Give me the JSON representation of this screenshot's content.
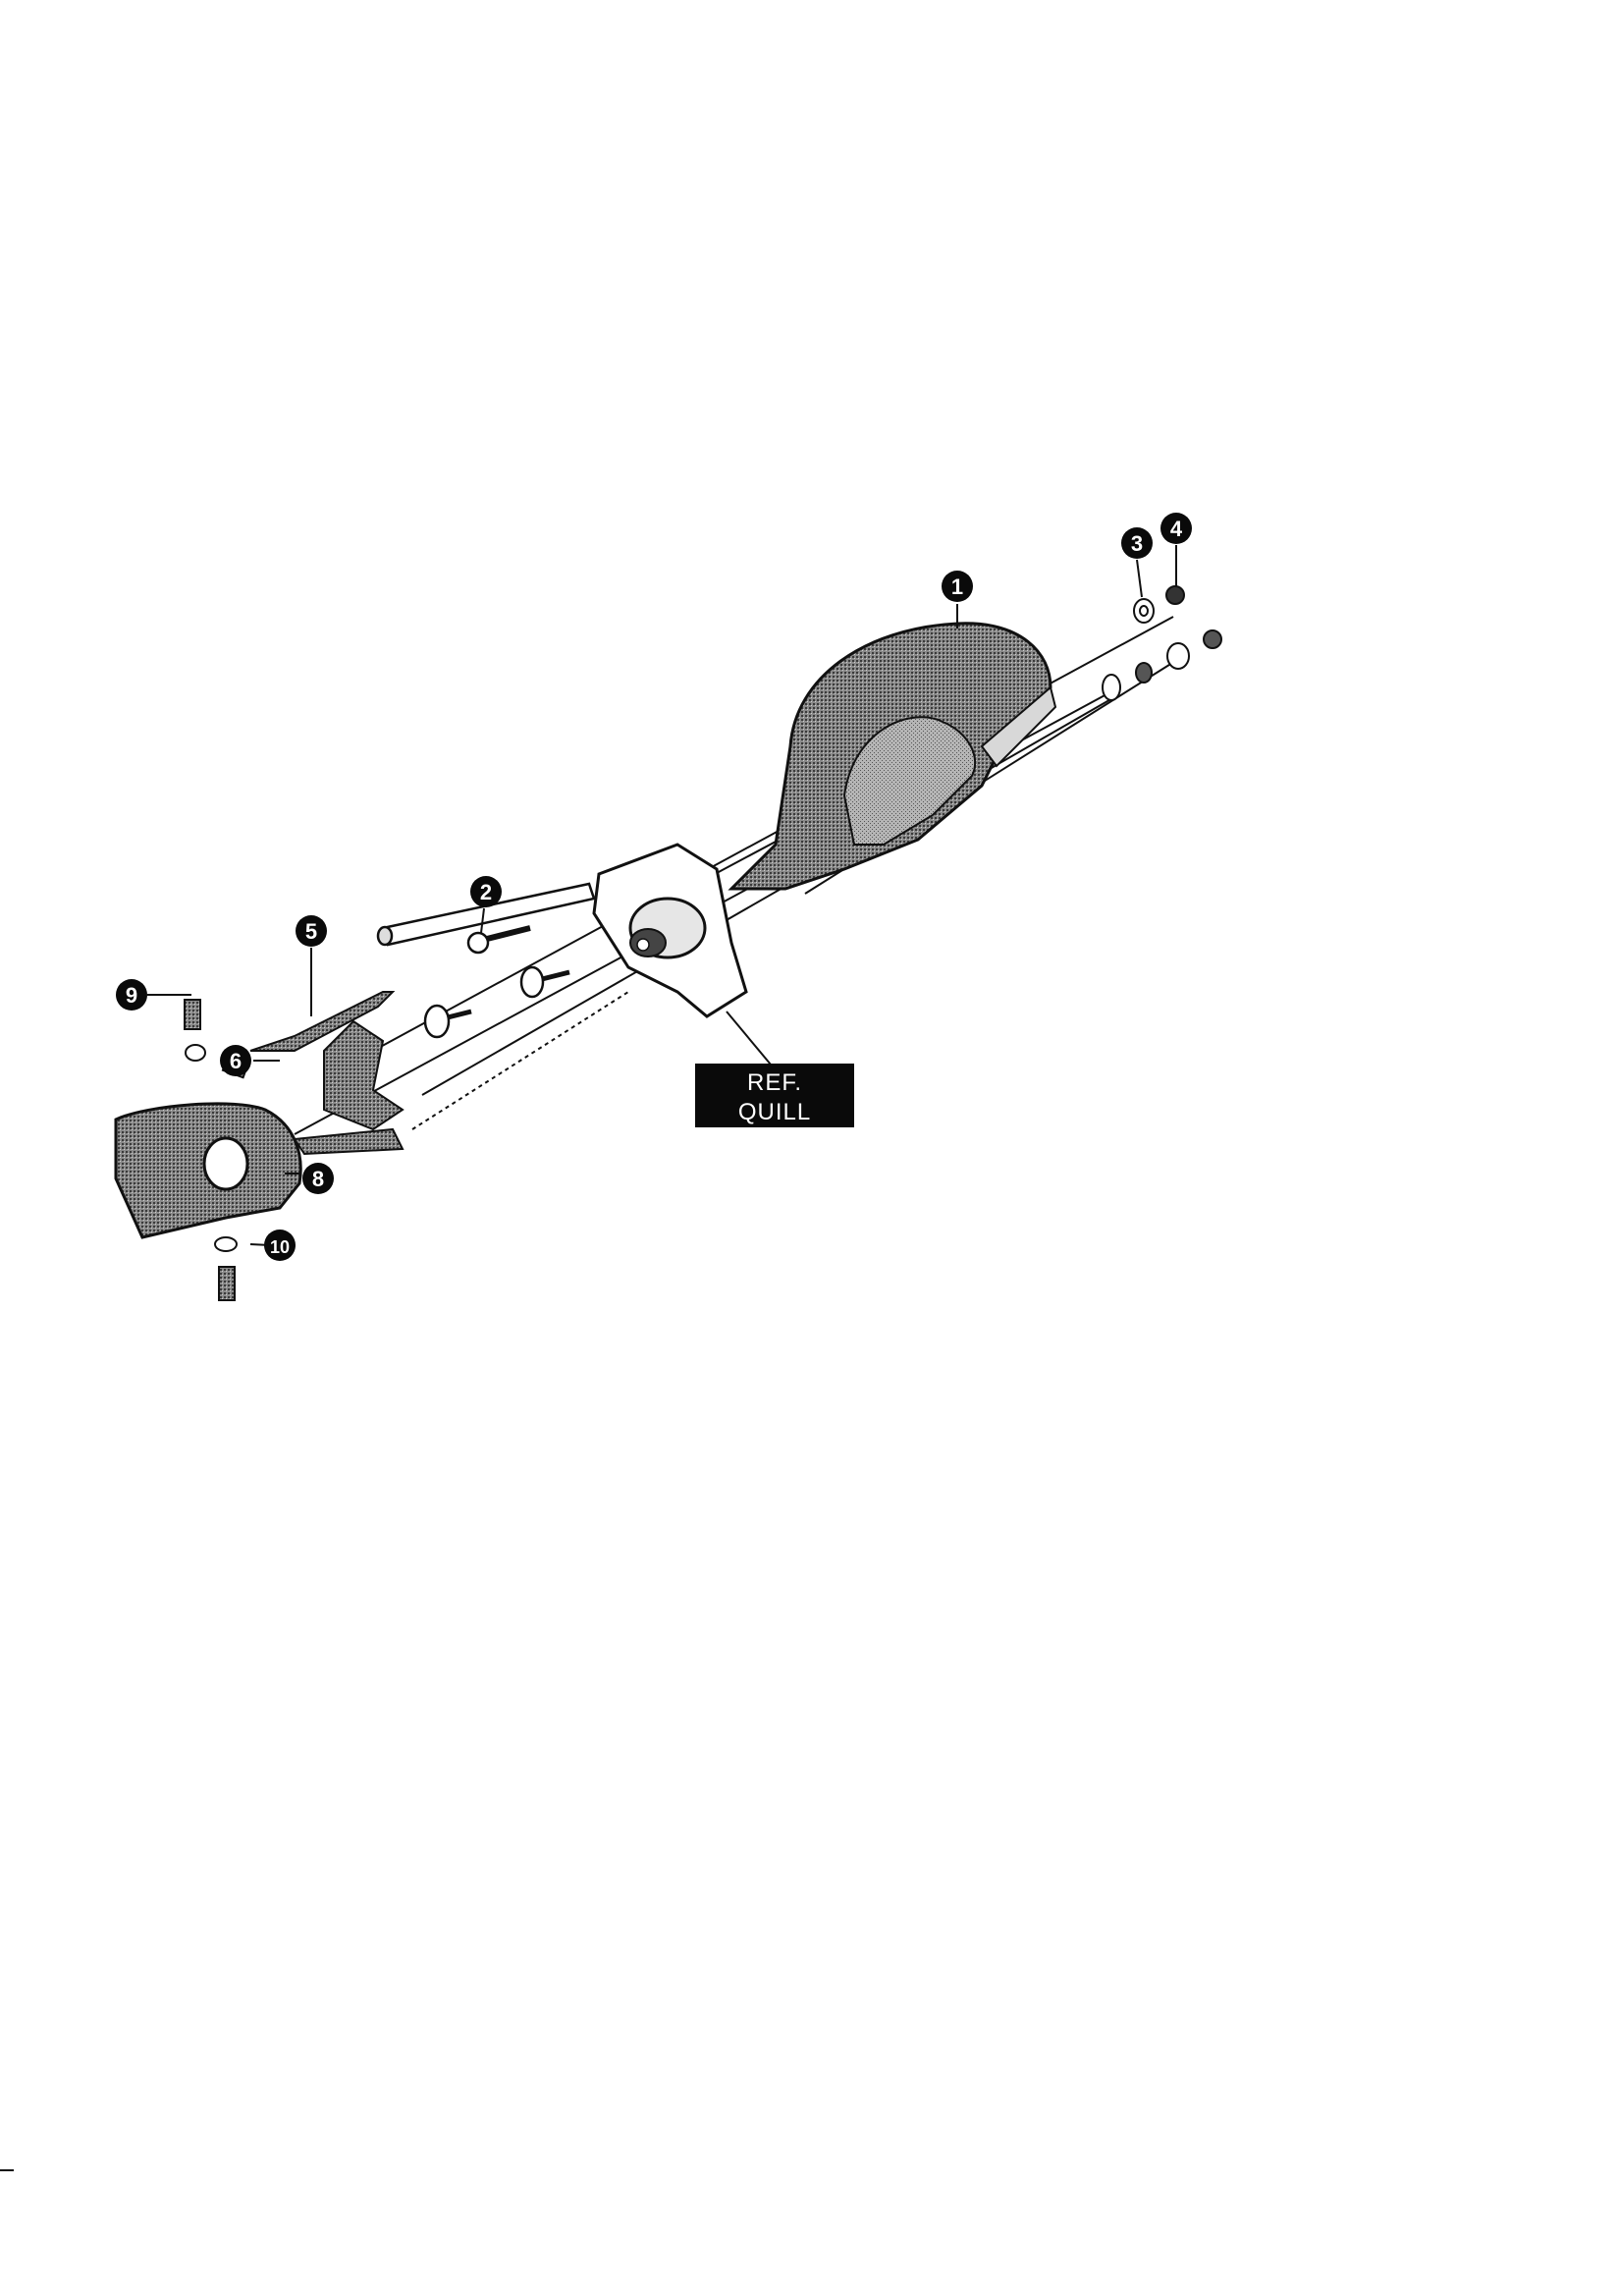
{
  "diagram": {
    "ref_label": {
      "line1": "REF.",
      "line2": "QUILL"
    },
    "callouts": [
      {
        "id": "1",
        "text": "1"
      },
      {
        "id": "2",
        "text": "2"
      },
      {
        "id": "3",
        "text": "3"
      },
      {
        "id": "4",
        "text": "4"
      },
      {
        "id": "5",
        "text": "5"
      },
      {
        "id": "6",
        "text": "6"
      },
      {
        "id": "8",
        "text": "8"
      },
      {
        "id": "9",
        "text": "9"
      },
      {
        "id": "10",
        "text": "10"
      }
    ]
  },
  "colors": {
    "ink": "#111111",
    "part_fill": "#6f6f6f",
    "part_light": "#bdbdbd",
    "label_bg": "#0a0a0a",
    "paper": "#ffffff"
  }
}
